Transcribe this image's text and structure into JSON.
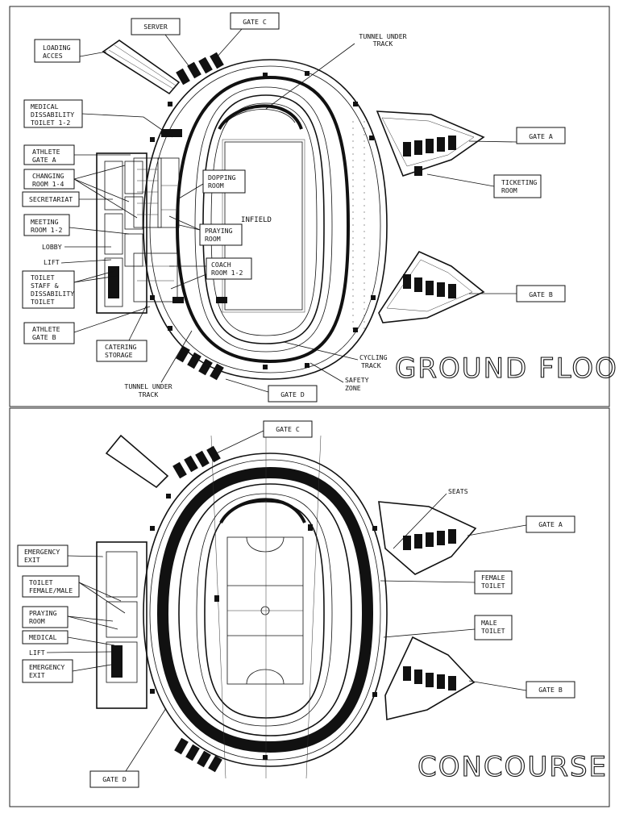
{
  "ground_floor": {
    "title": "GROUND FLOOR",
    "infield": "INFIELD",
    "labels": {
      "server": "SERVER",
      "gate_c": "GATE C",
      "tunnel_top_1": "TUNNEL UNDER",
      "tunnel_top_2": "TRACK",
      "loading_1": "LOADING",
      "loading_2": "ACCES",
      "medical_1": "MEDICAL",
      "medical_2": "DISSABILITY",
      "medical_3": "TOILET 1-2",
      "athlete_a_1": "ATHLETE",
      "athlete_a_2": "GATE A",
      "changing_1": "CHANGING",
      "changing_2": "ROOM 1-4",
      "secretariat": "SECRETARIAT",
      "meeting_1": "MEETING",
      "meeting_2": "ROOM 1-2",
      "lobby": "LOBBY",
      "lift": "LIFT",
      "toilet_1": "TOILET",
      "toilet_2": "STAFF &",
      "toilet_3": "DISSABILITY",
      "toilet_4": "TOILET",
      "athlete_b_1": "ATHLETE",
      "athlete_b_2": "GATE B",
      "catering_1": "CATERING",
      "catering_2": "STORAGE",
      "tunnel_bot_1": "TUNNEL UNDER",
      "tunnel_bot_2": "TRACK",
      "gate_d": "GATE D",
      "safety_1": "SAFETY",
      "safety_2": "ZONE",
      "cycling_1": "CYCLING",
      "cycling_2": "TRACK",
      "dopping_1": "DOPPING",
      "dopping_2": "ROOM",
      "praying_1": "PRAYING",
      "praying_2": "ROOM",
      "coach_1": "COACH",
      "coach_2": "ROOM 1-2",
      "gate_a": "GATE A",
      "ticketing_1": "TICKETING",
      "ticketing_2": "ROOM",
      "gate_b": "GATE B"
    }
  },
  "concourse": {
    "title": "CONCOURSE",
    "labels": {
      "gate_c": "GATE C",
      "seats": "SEATS",
      "gate_a": "GATE A",
      "female_1": "FEMALE",
      "female_2": "TOILET",
      "male_1": "MALE",
      "male_2": "TOILET",
      "gate_b": "GATE B",
      "gate_d": "GATE D",
      "emergency_top_1": "EMERGENCY",
      "emergency_top_2": "EXIT",
      "toilet_fm_1": "TOILET",
      "toilet_fm_2": "FEMALE/MALE",
      "praying_1": "PRAYING",
      "praying_2": "ROOM",
      "medical": "MEDICAL",
      "lift": "LIFT",
      "emergency_bot_1": "EMERGENCY",
      "emergency_bot_2": "EXIT"
    }
  }
}
